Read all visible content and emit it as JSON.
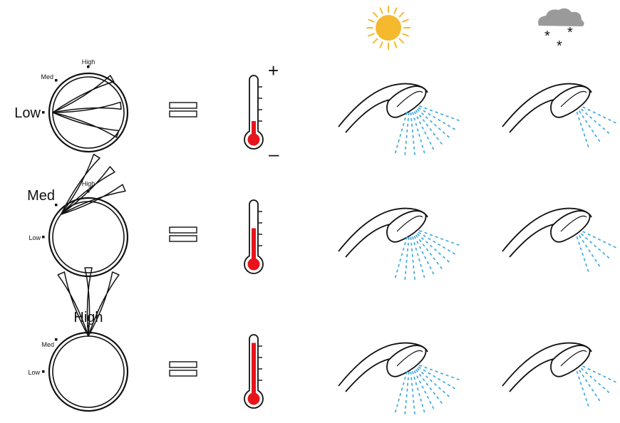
{
  "weather": {
    "sunny_icon": "sun-icon",
    "snowy_icon": "snow-cloud-icon",
    "snow_symbol": "*"
  },
  "thermometer_scale": {
    "plus": "+",
    "minus": "–"
  },
  "colors": {
    "mercury": "#e8141c",
    "water": "#3fa9e0",
    "sun": "#f5b92e",
    "cloud": "#9a9a9a",
    "line": "#111111"
  },
  "rows": [
    {
      "setting": "Low",
      "labels": {
        "low": "Low",
        "med": "Med",
        "high": "High"
      },
      "emphasized": "low",
      "thermometer_level": 0.2,
      "sunny_spray": "heavy",
      "snowy_spray": "light"
    },
    {
      "setting": "Med",
      "labels": {
        "low": "Low",
        "med": "Med",
        "high": "High"
      },
      "emphasized": "med",
      "thermometer_level": 0.55,
      "sunny_spray": "heavy",
      "snowy_spray": "light"
    },
    {
      "setting": "High",
      "labels": {
        "low": "Low",
        "med": "Med",
        "high": "High"
      },
      "emphasized": "high",
      "thermometer_level": 0.95,
      "sunny_spray": "heavy",
      "snowy_spray": "light"
    }
  ]
}
